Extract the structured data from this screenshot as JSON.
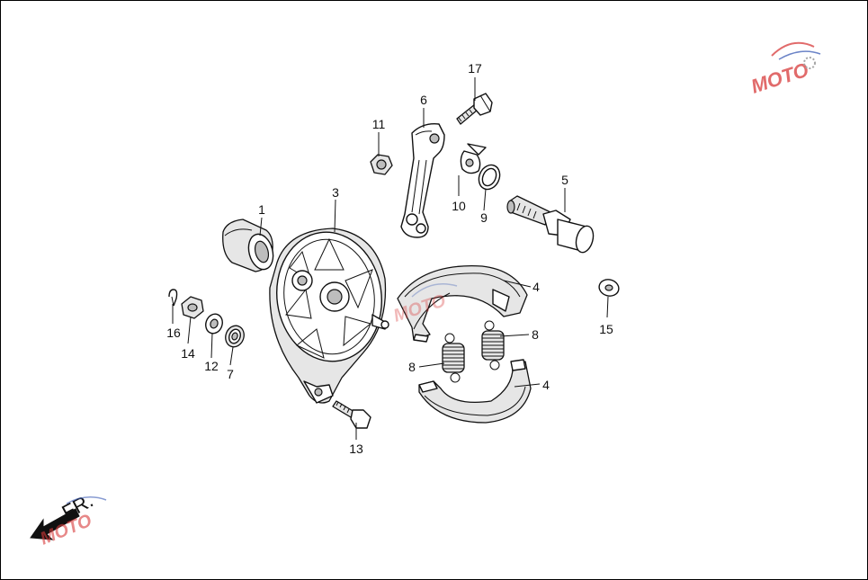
{
  "callouts": [
    {
      "id": "c1",
      "text": "1"
    },
    {
      "id": "c3",
      "text": "3"
    },
    {
      "id": "c4a",
      "text": "4"
    },
    {
      "id": "c4b",
      "text": "4"
    },
    {
      "id": "c5",
      "text": "5"
    },
    {
      "id": "c6",
      "text": "6"
    },
    {
      "id": "c7",
      "text": "7"
    },
    {
      "id": "c8a",
      "text": "8"
    },
    {
      "id": "c8b",
      "text": "8"
    },
    {
      "id": "c9",
      "text": "9"
    },
    {
      "id": "c10",
      "text": "10"
    },
    {
      "id": "c11",
      "text": "11"
    },
    {
      "id": "c12",
      "text": "12"
    },
    {
      "id": "c13",
      "text": "13"
    },
    {
      "id": "c14",
      "text": "14"
    },
    {
      "id": "c15",
      "text": "15"
    },
    {
      "id": "c16",
      "text": "16"
    },
    {
      "id": "c17",
      "text": "17"
    }
  ],
  "direction": {
    "text": "FR."
  },
  "watermark": {
    "text": "MOTO",
    "colors": {
      "red": "#d83a3a",
      "blue": "#3b5bb5",
      "gray": "#888888"
    }
  }
}
